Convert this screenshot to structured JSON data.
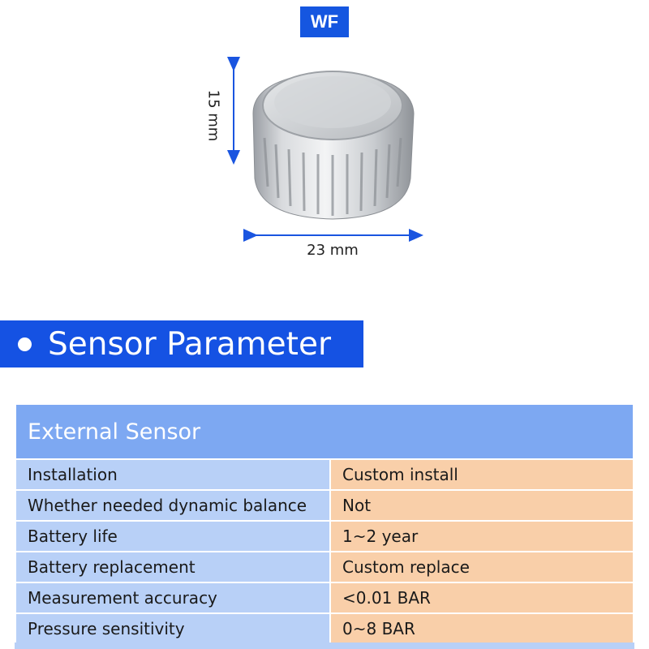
{
  "badge": {
    "label": "WF"
  },
  "product": {
    "dimension_height": "15 mm",
    "dimension_width": "23 mm",
    "arrow_color": "#1a55e0",
    "icon": "tire-pressure-sensor-cap"
  },
  "section": {
    "title": "Sensor Parameter",
    "color": "#1552e3"
  },
  "table": {
    "header": "External Sensor",
    "rows": [
      {
        "key": "Installation",
        "value": "Custom install"
      },
      {
        "key": "Whether needed dynamic balance",
        "value": "Not"
      },
      {
        "key": "Battery life",
        "value": "1~2 year"
      },
      {
        "key": "Battery replacement",
        "value": "Custom replace"
      },
      {
        "key": "Measurement accuracy",
        "value": "<0.01 BAR"
      },
      {
        "key": "Pressure sensitivity",
        "value": "0~8 BAR"
      }
    ],
    "colors": {
      "header": "#7da8f2",
      "key": "#b8d0f7",
      "value": "#f9cfa9"
    }
  }
}
